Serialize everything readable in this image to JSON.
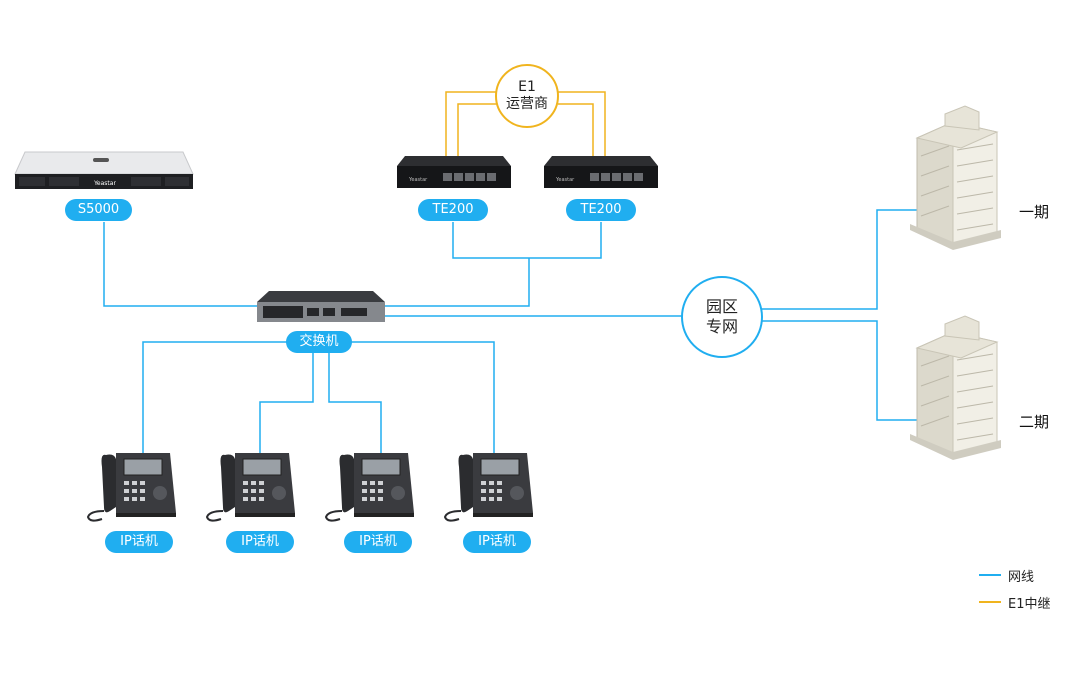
{
  "devices": {
    "server": "S5000",
    "gateway_1": "TE200",
    "gateway_2": "TE200",
    "switch": "交换机",
    "phone_1": "IP话机",
    "phone_2": "IP话机",
    "phone_3": "IP话机",
    "phone_4": "IP话机",
    "server_brand": "Yeastar",
    "gateway_brand": "Yeastar"
  },
  "carrier": {
    "line1": "E1",
    "line2": "运营商"
  },
  "park_network": {
    "line1": "园区",
    "line2": "专网"
  },
  "buildings": {
    "phase_1": "一期",
    "phase_2": "二期"
  },
  "legend": {
    "network": "网线",
    "e1_trunk": "E1中继"
  },
  "colors": {
    "network": "#20aef0",
    "e1_trunk": "#f0b41e"
  }
}
